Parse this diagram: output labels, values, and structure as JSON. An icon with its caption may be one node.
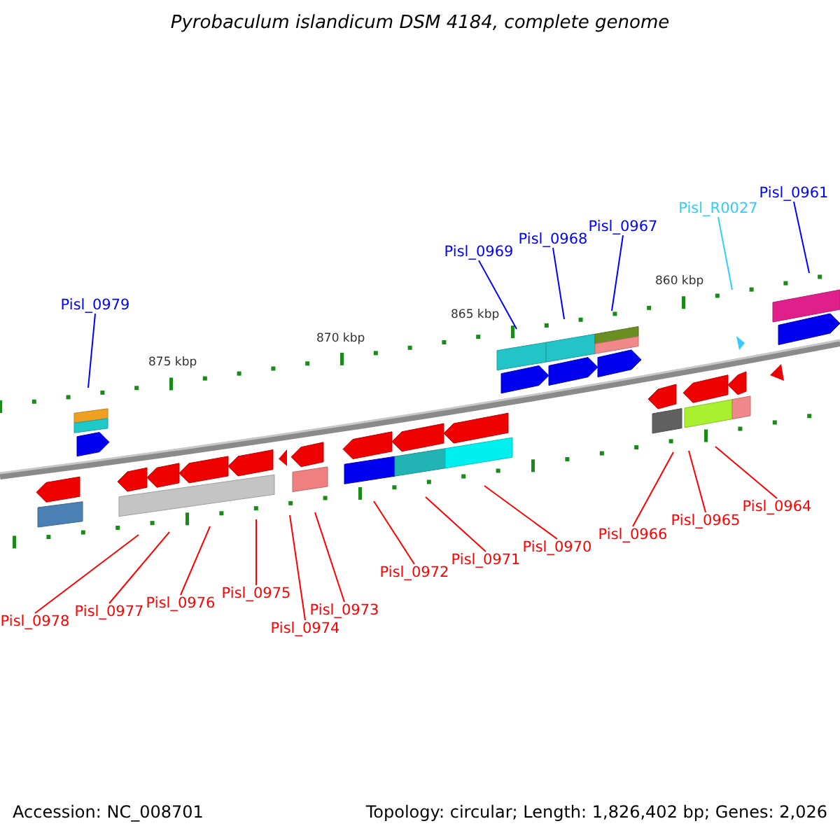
{
  "diagram": {
    "title": "Pyrobaculum islandicum DSM 4184, complete genome",
    "nodes": [
      {
        "text": [
          "Pisl_0979"
        ]
      },
      {
        "text": [
          "Pisl_0969"
        ]
      },
      {
        "text": [
          "Pisl_0968"
        ]
      },
      {
        "text": [
          "Pisl_0967"
        ]
      },
      {
        "text": [
          "Pisl_R0027"
        ]
      },
      {
        "text": [
          "Pisl_0961"
        ]
      },
      {
        "text": [
          "Pisl_0978"
        ]
      },
      {
        "text": [
          "Pisl_0977"
        ]
      },
      {
        "text": [
          "Pisl_0976"
        ]
      },
      {
        "text": [
          "Pisl_0975"
        ]
      },
      {
        "text": [
          "Pisl_0974"
        ]
      },
      {
        "text": [
          "Pisl_0973"
        ]
      },
      {
        "text": [
          "Pisl_0972"
        ]
      },
      {
        "text": [
          "Pisl_0971"
        ]
      },
      {
        "text": [
          "Pisl_0970"
        ]
      },
      {
        "text": [
          "Pisl_0966"
        ]
      },
      {
        "text": [
          "Pisl_0965"
        ]
      },
      {
        "text": [
          "Pisl_0964"
        ]
      }
    ],
    "edges": [
      {
        "from": 0,
        "to": null,
        "arrow": "none",
        "color": "#0000ff"
      },
      {
        "from": 1,
        "to": null,
        "arrow": "none",
        "color": "#0000ff"
      },
      {
        "from": 2,
        "to": null,
        "arrow": "none",
        "color": "#0000ff"
      },
      {
        "from": 3,
        "to": null,
        "arrow": "none",
        "color": "#0000ff"
      },
      {
        "from": 4,
        "to": null,
        "arrow": "none",
        "color": "#33ccff"
      },
      {
        "from": 5,
        "to": null,
        "arrow": "none",
        "color": "#0000ff"
      },
      {
        "from": 6,
        "to": null,
        "arrow": "none"
      },
      {
        "from": 7,
        "to": null,
        "arrow": "none"
      },
      {
        "from": 8,
        "to": null,
        "arrow": "none"
      },
      {
        "from": 9,
        "to": null,
        "arrow": "none"
      },
      {
        "from": 10,
        "to": null,
        "arrow": "none"
      },
      {
        "from": 11,
        "to": null,
        "arrow": "none"
      },
      {
        "from": 12,
        "to": null,
        "arrow": "none"
      },
      {
        "from": 13,
        "to": null,
        "arrow": "none"
      },
      {
        "from": 14,
        "to": null,
        "arrow": "none"
      },
      {
        "from": 15,
        "to": null,
        "arrow": "none"
      },
      {
        "from": 16,
        "to": null,
        "arrow": "none"
      },
      {
        "from": 17,
        "to": null,
        "arrow": "none"
      }
    ],
    "labels": [
      "860 kbp",
      "865 kbp",
      "870 kbp",
      "875 kbp",
      "Accession: NC_008701",
      "Topology: circular; Length: 1,826,402 bp; Genes: 2,026"
    ]
  }
}
